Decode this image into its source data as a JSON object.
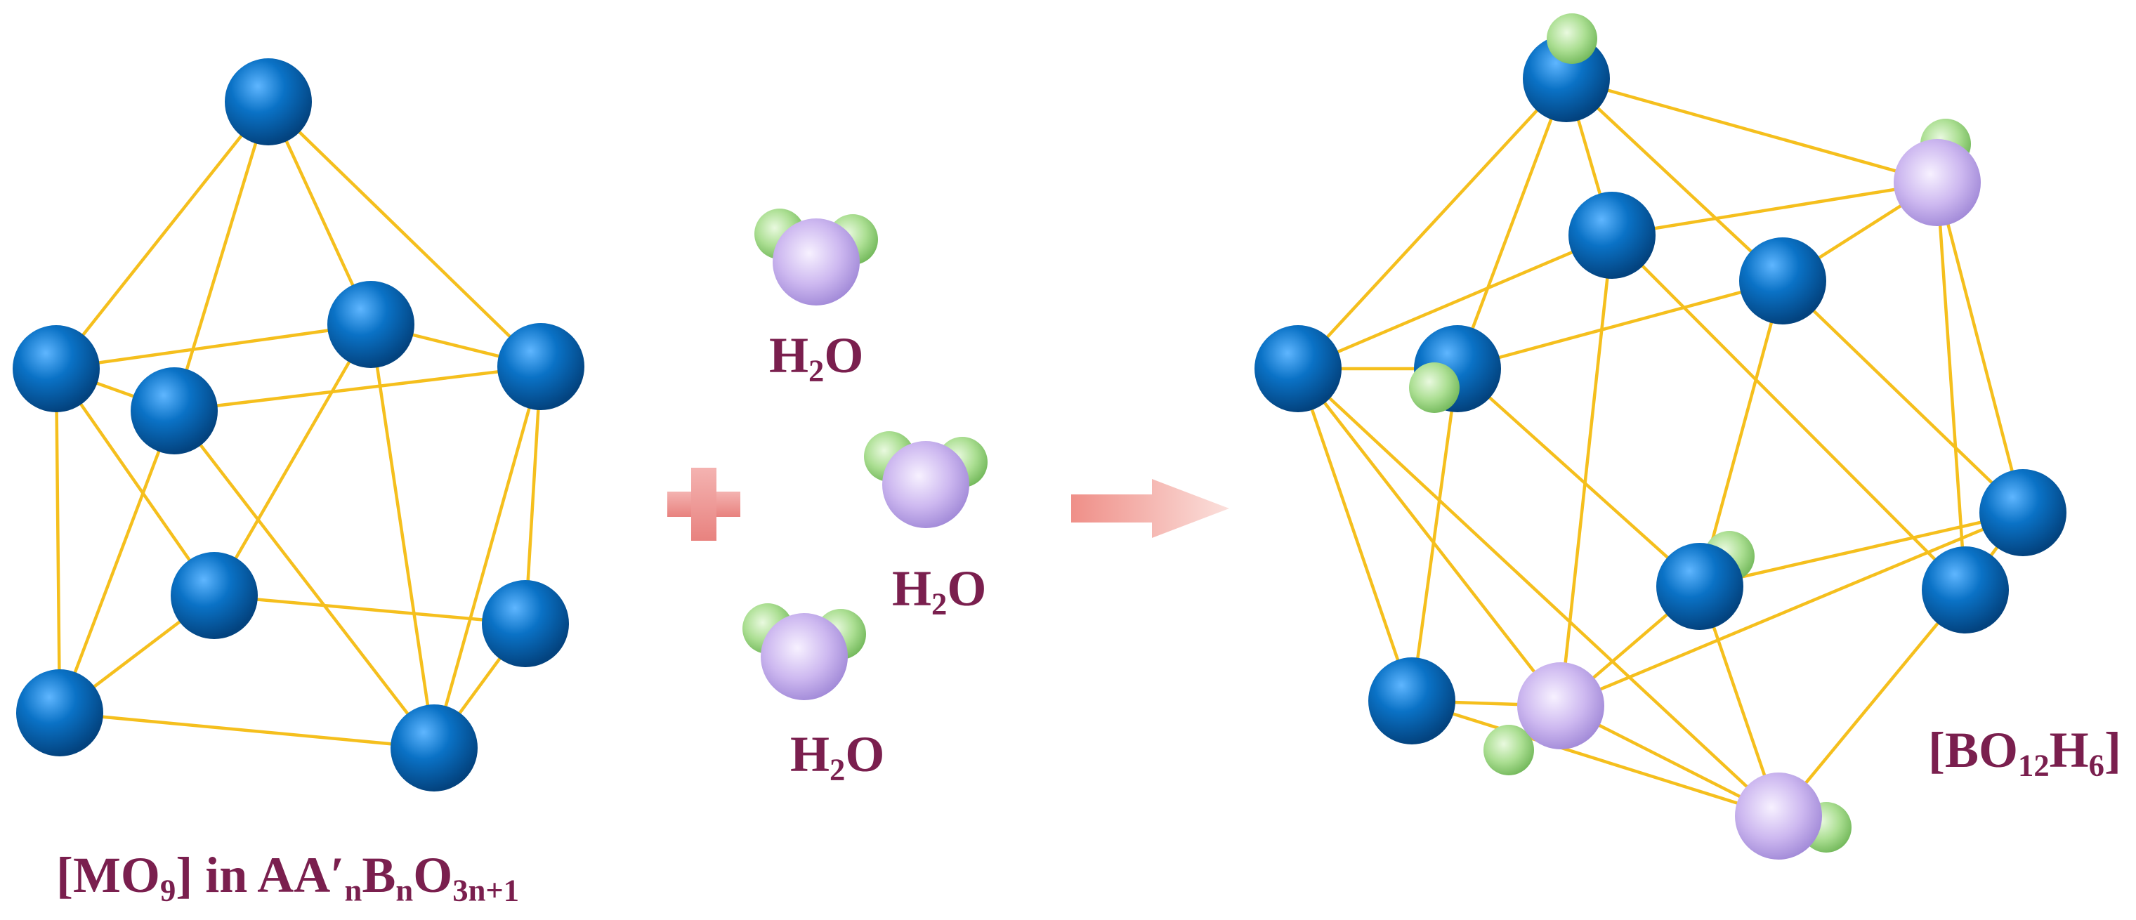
{
  "colors": {
    "bond": "#f5bf1d",
    "metal": "#0870c4",
    "oxygen": "#c9b3ee",
    "hydrogen": "#a8dd8f",
    "label": "#7a1f4e",
    "arrow": "#f0a39c",
    "plus": "#ee9a98"
  },
  "labels": {
    "water": {
      "main": "H",
      "sub": "2",
      "tail": "O"
    },
    "left": {
      "p1": "[MO",
      "s1": "9",
      "p2": "] in AA′",
      "s2": "n",
      "p3": "B",
      "s3": "n",
      "p4": "O",
      "s4": "3n+1"
    },
    "right": {
      "p1": "[BO",
      "s1": "12",
      "p2": "H",
      "s2": "6",
      "p3": "]"
    }
  },
  "icons": {
    "plus": "plus-icon",
    "arrow": "reaction-arrow-icon"
  }
}
